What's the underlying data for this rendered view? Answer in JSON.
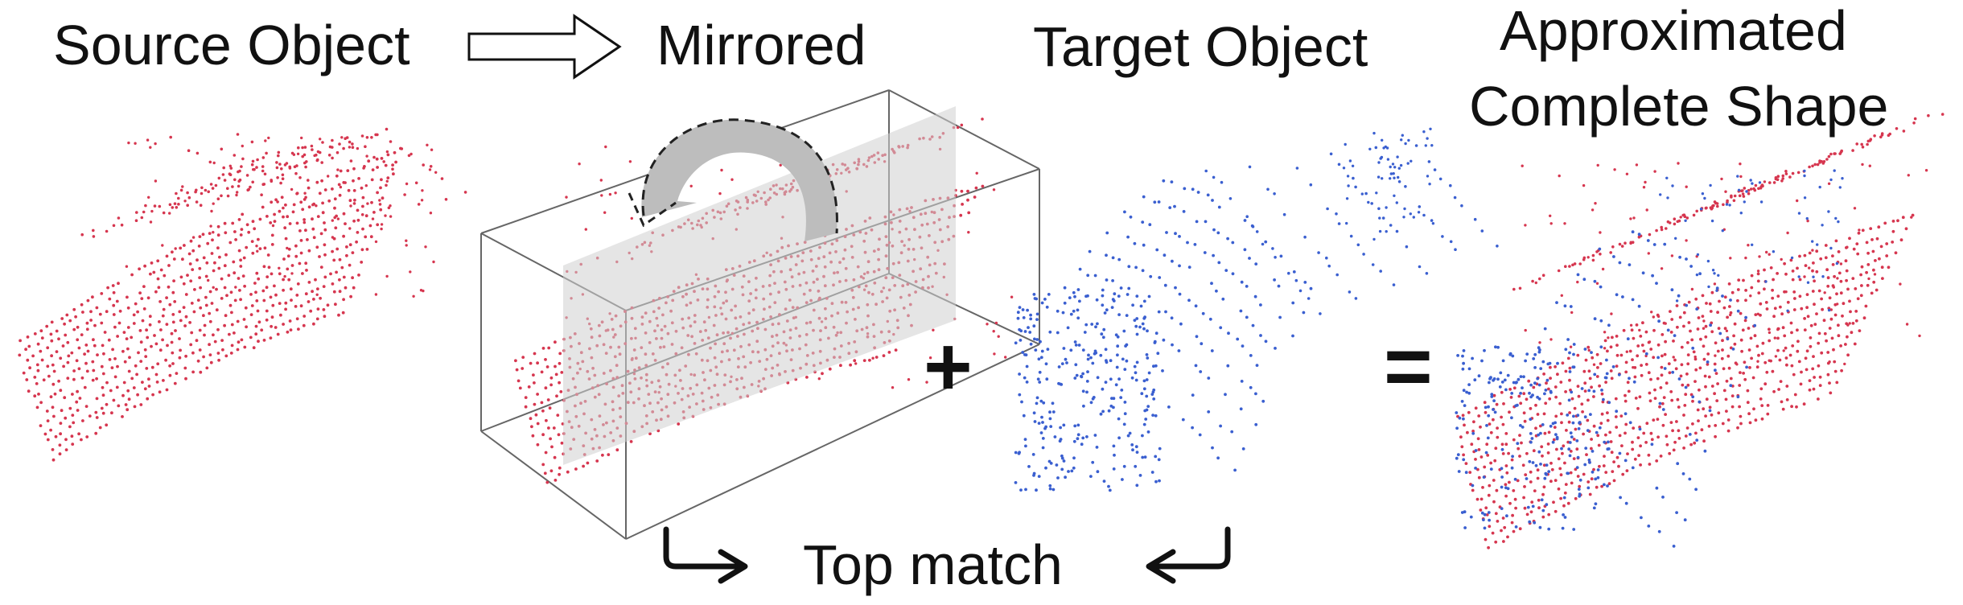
{
  "labels": {
    "source": "Source Object",
    "mirrored": "Mirrored",
    "target": "Target Object",
    "approx_line1": "Approximated",
    "approx_line2": "Complete Shape",
    "plus": "+",
    "equals": "=",
    "top_match": "Top match"
  },
  "colors": {
    "source_points": "#d6364f",
    "target_points": "#3a5fd0",
    "text": "#111111",
    "mirror_plane": "#cfcfcf",
    "box_edges": "#666666"
  },
  "icons": {
    "flow_arrow": "hollow-right-arrow-icon",
    "flip_arrow": "curved-flip-arrow-icon",
    "match_arrow_left": "hook-right-arrow-icon",
    "match_arrow_right": "hook-left-arrow-icon"
  }
}
